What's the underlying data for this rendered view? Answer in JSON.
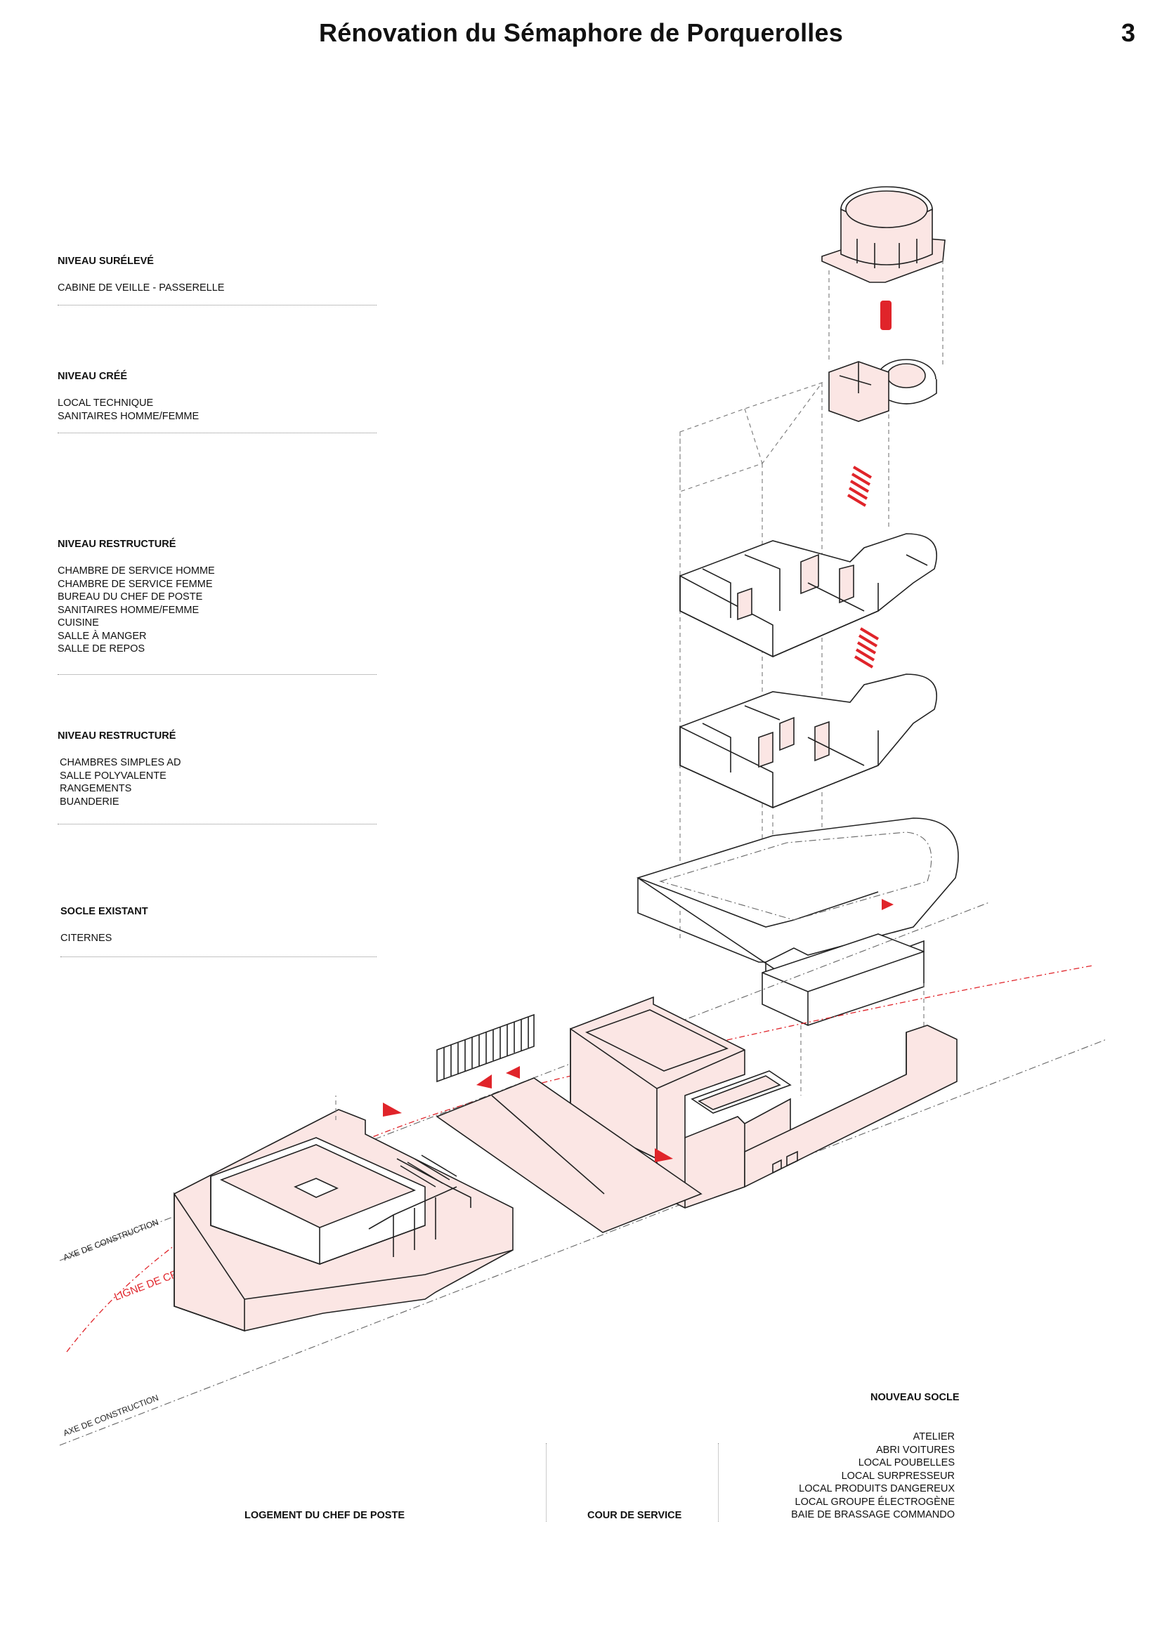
{
  "title": "Rénovation du Sémaphore de Porquerolles",
  "page_number": "3",
  "levels": [
    {
      "heading": "NIVEAU SURÉLEVÉ",
      "items": [
        "CABINE DE VEILLE - PASSERELLE"
      ]
    },
    {
      "heading": "NIVEAU CRÉÉ",
      "items": [
        "LOCAL TECHNIQUE",
        "SANITAIRES HOMME/FEMME"
      ]
    },
    {
      "heading": "NIVEAU RESTRUCTURÉ",
      "items": [
        "CHAMBRE DE SERVICE HOMME",
        "CHAMBRE DE SERVICE FEMME",
        "BUREAU DU CHEF DE POSTE",
        "SANITAIRES HOMME/FEMME",
        "CUISINE",
        "SALLE À MANGER",
        "SALLE DE REPOS"
      ]
    },
    {
      "heading": "NIVEAU RESTRUCTURÉ",
      "items": [
        "CHAMBRES SIMPLES AD",
        "SALLE POLYVALENTE",
        "RANGEMENTS",
        "BUANDERIE"
      ]
    },
    {
      "heading": "SOCLE EXISTANT",
      "items": [
        "CITERNES"
      ]
    }
  ],
  "annotations": {
    "axe_construction_1": "AXE DE CONSTRUCTION",
    "axe_construction_2": "AXE DE CONSTRUCTION",
    "ligne_crete": "LIGNE DE CRÊTE"
  },
  "bottom": {
    "logement": "LOGEMENT DU CHEF DE POSTE",
    "cour": "COUR DE SERVICE",
    "nouveau_socle": {
      "heading": "NOUVEAU SOCLE",
      "items": [
        "ATELIER",
        "ABRI VOITURES",
        "LOCAL POUBELLES",
        "LOCAL SURPRESSEUR",
        "LOCAL PRODUITS DANGEREUX",
        "LOCAL GROUPE ÉLECTROGÈNE",
        "BAIE DE BRASSAGE COMMANDO"
      ]
    }
  },
  "colors": {
    "fill_pink": "#fbe6e4",
    "accent_red": "#e0242a",
    "line": "#222222"
  }
}
